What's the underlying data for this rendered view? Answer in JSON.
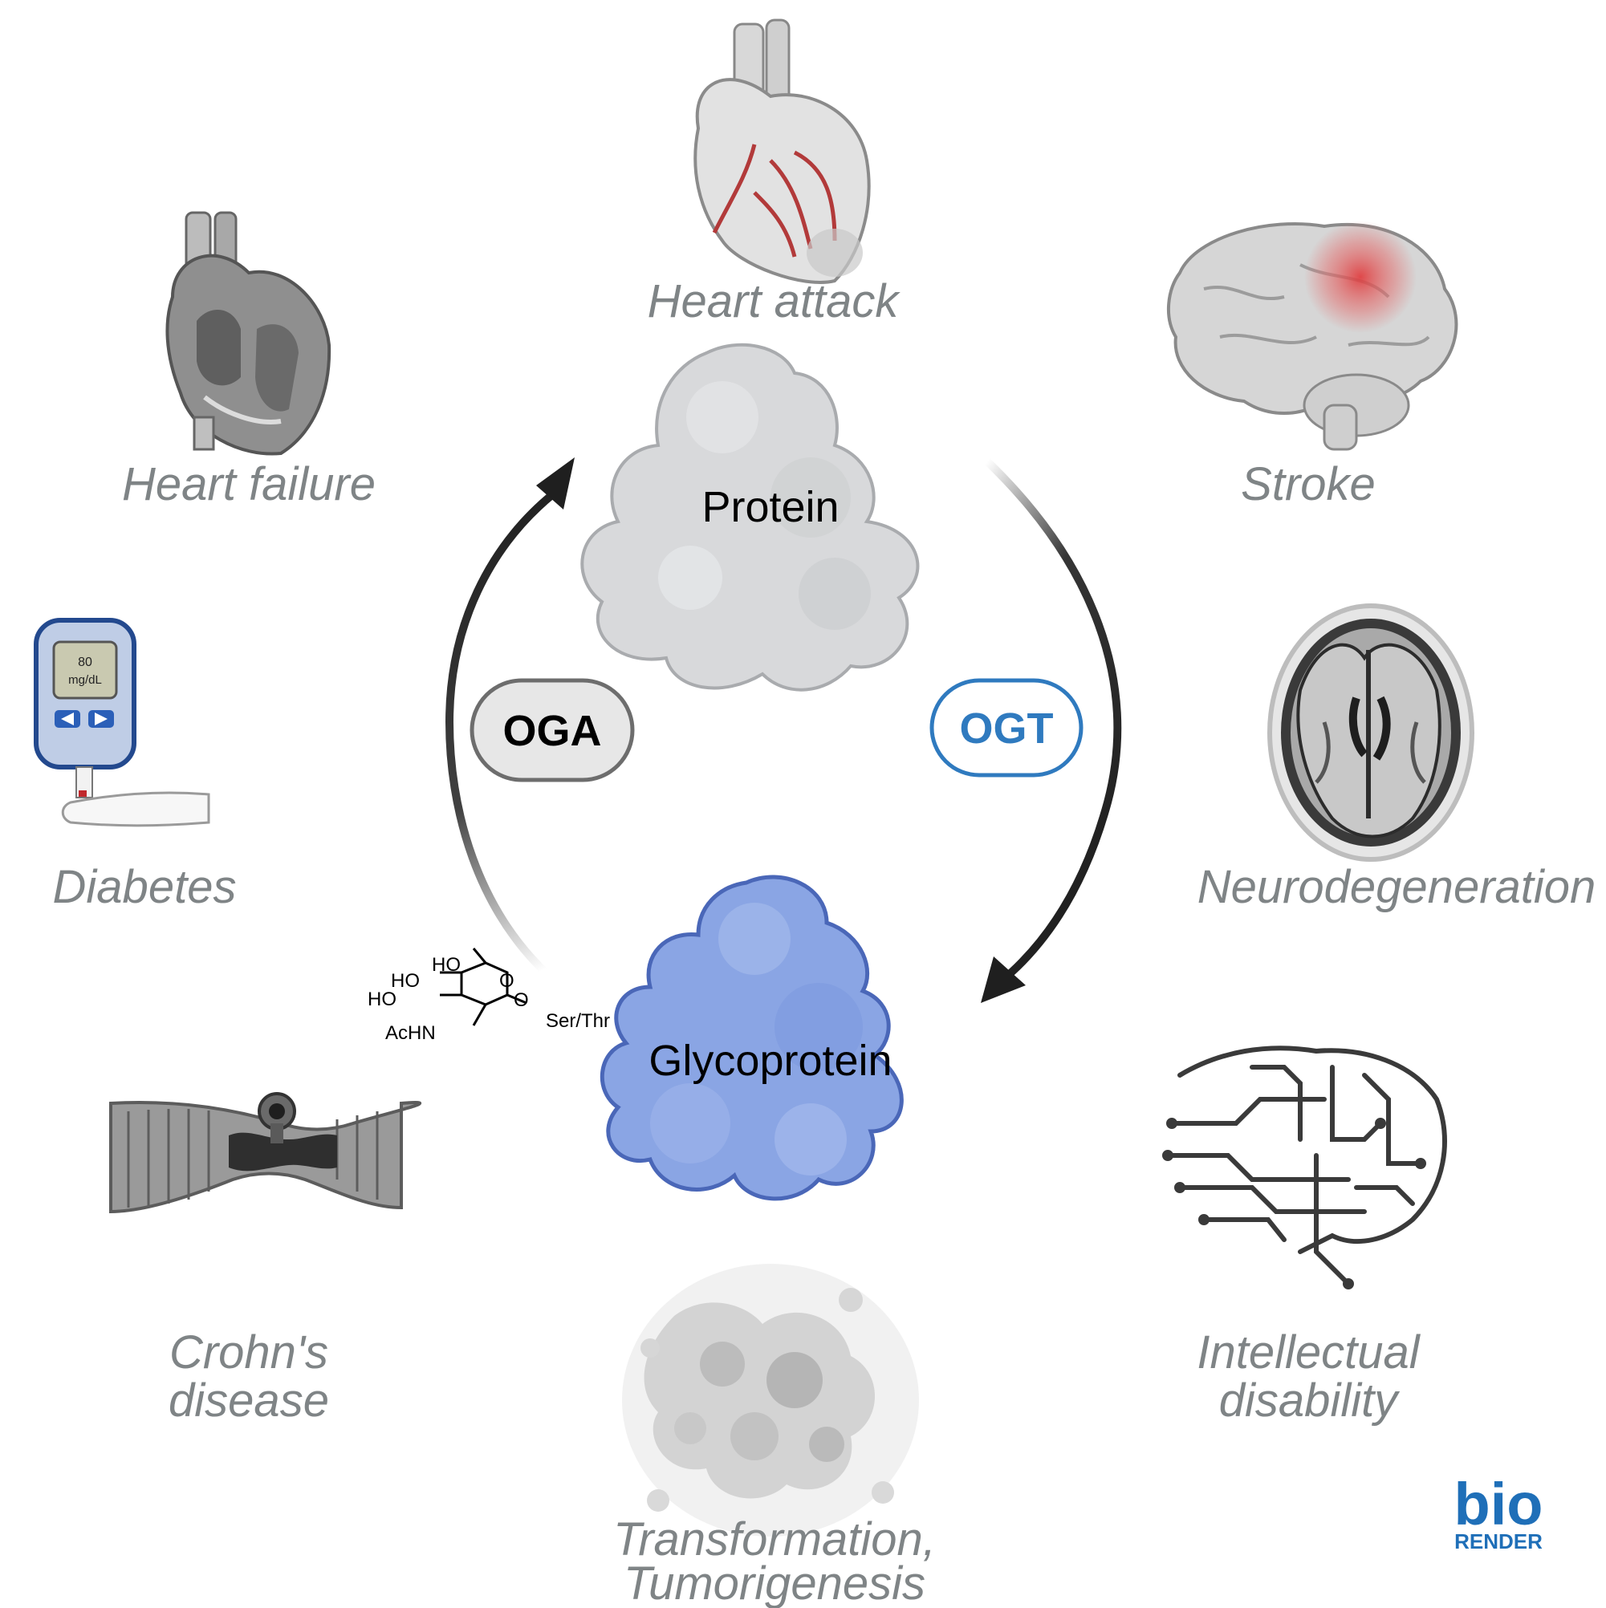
{
  "cycle": {
    "protein_label": "Protein",
    "glycoprotein_label": "Glycoprotein",
    "oga_label": "OGA",
    "ogt_label": "OGT",
    "chem": {
      "ho1": "HO",
      "ho2": "HO",
      "ho3": "HO",
      "o1": "O",
      "o2": "O",
      "achn": "AcHN",
      "serthr": "Ser/Thr"
    }
  },
  "conditions": {
    "heart_attack": "Heart attack",
    "heart_failure": "Heart failure",
    "stroke": "Stroke",
    "diabetes": "Diabetes",
    "neurodegeneration": "Neurodegeneration",
    "crohns_line1": "Crohn's",
    "crohns_line2": "disease",
    "intellectual_line1": "Intellectual",
    "intellectual_line2": "disability",
    "transformation_line1": "Transformation,",
    "transformation_line2": "Tumorigenesis"
  },
  "glucometer": {
    "reading_value": "80",
    "reading_unit": "mg/dL"
  },
  "branding": {
    "logo_line1": "bio",
    "logo_line2": "RENDER"
  },
  "colors": {
    "label_gray": "#7f8486",
    "ogt_blue": "#2f7abf",
    "glyco_fill": "#8aa5e4",
    "glyco_stroke": "#3f5fb5",
    "protein_fill": "#d8d9db",
    "arrow": "#1f1f1f",
    "logo_blue": "#1f6fb8"
  }
}
